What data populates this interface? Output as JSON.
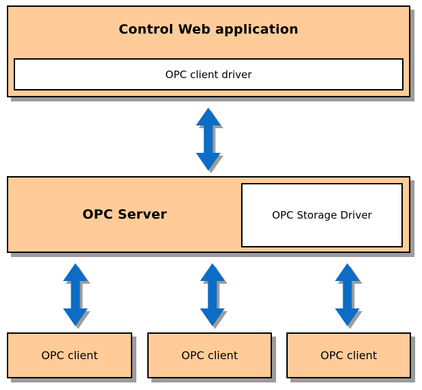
{
  "colors": {
    "box_fill": "#FFCC99",
    "box_border": "#000000",
    "shadow": "#9C9C9C",
    "arrow_blue": "#0C6CC6",
    "inner_fill": "#FFFFFF",
    "text": "#000000"
  },
  "diagram": {
    "top_box": {
      "title": "Control Web application",
      "inner_label": "OPC client driver"
    },
    "middle_box": {
      "title": "OPC Server",
      "inner_label": "OPC Storage Driver"
    },
    "clients": [
      {
        "label": "OPC client"
      },
      {
        "label": "OPC client"
      },
      {
        "label": "OPC client"
      }
    ]
  }
}
